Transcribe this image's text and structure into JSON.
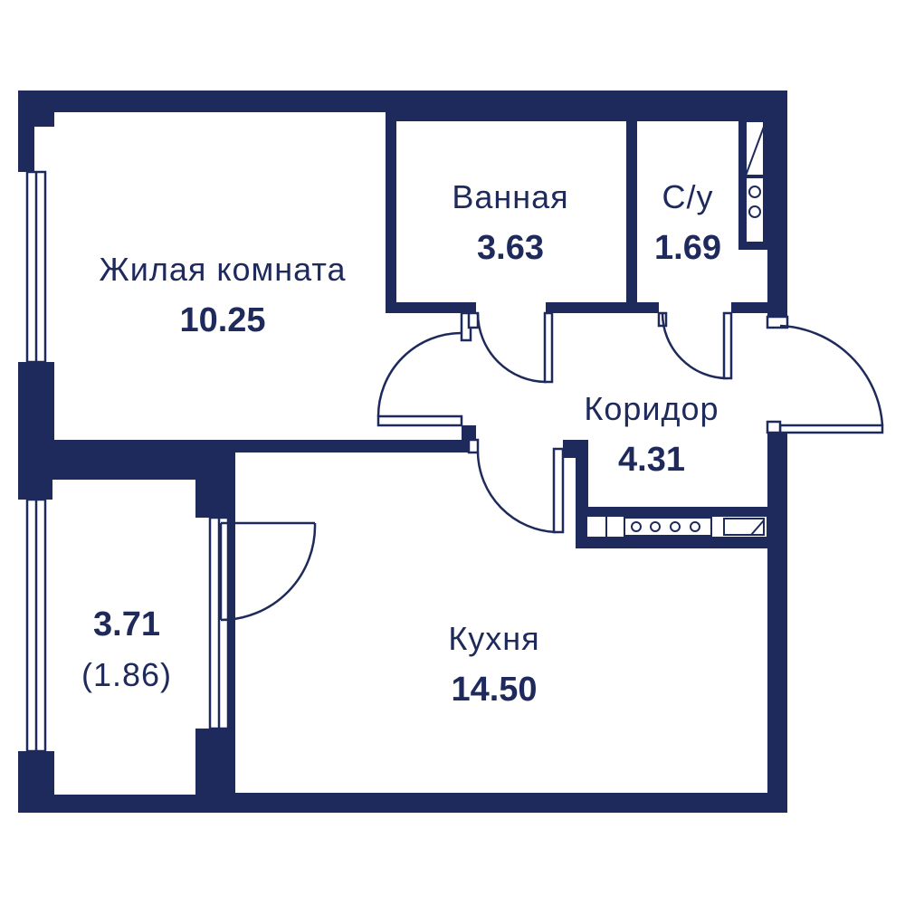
{
  "rooms": {
    "living": {
      "name": "Жилая комната",
      "area": "10.25"
    },
    "bath": {
      "name": "Ванная",
      "area": "3.63"
    },
    "wc": {
      "name": "С/у",
      "area": "1.69"
    },
    "hall": {
      "name": "Коридор",
      "area": "4.31"
    },
    "kitchen": {
      "name": "Кухня",
      "area": "14.50"
    },
    "balcony": {
      "area": "3.71",
      "reduced_area": "(1.86)"
    }
  },
  "colors": {
    "wall": "#1f2a5c",
    "background": "#ffffff"
  },
  "icons": [
    "window-icon",
    "door-swing-icon",
    "stove-burner-icon",
    "sink-icon"
  ]
}
